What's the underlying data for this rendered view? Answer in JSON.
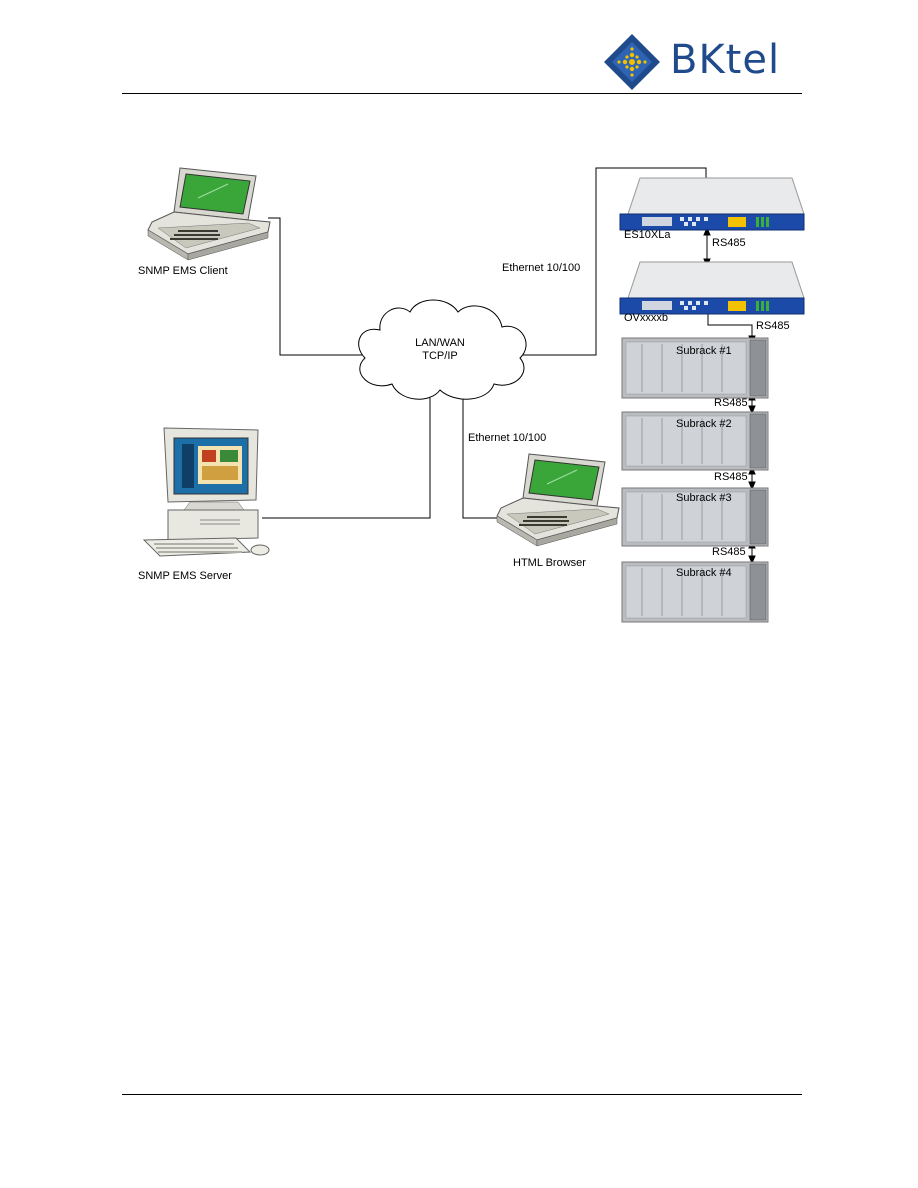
{
  "header": {
    "logo_text": "BKtel"
  },
  "diagram": {
    "network_label_line1": "LAN/WAN",
    "network_label_line2": "TCP/IP",
    "ems_client": "SNMP EMS Client",
    "ems_server": "SNMP EMS Server",
    "html_browser": "HTML Browser",
    "ethernet_top": "Ethernet 10/100",
    "ethernet_bottom": "Ethernet 10/100",
    "device_top": "ES10XLa",
    "device_second": "OVxxxxb",
    "rs485_1": "RS485",
    "rs485_2": "RS485",
    "rs485_3": "RS485",
    "rs485_4": "RS485",
    "rs485_5": "RS485",
    "subracks": [
      "Subrack #1",
      "Subrack #2",
      "Subrack #3",
      "Subrack #4"
    ]
  },
  "colors": {
    "logo_blue": "#1f4a8c",
    "logo_yellow": "#f2c200",
    "screen_green": "#3aa63a",
    "device_blue": "#1c4aa8",
    "rack_gray": "#b9bcc0"
  }
}
